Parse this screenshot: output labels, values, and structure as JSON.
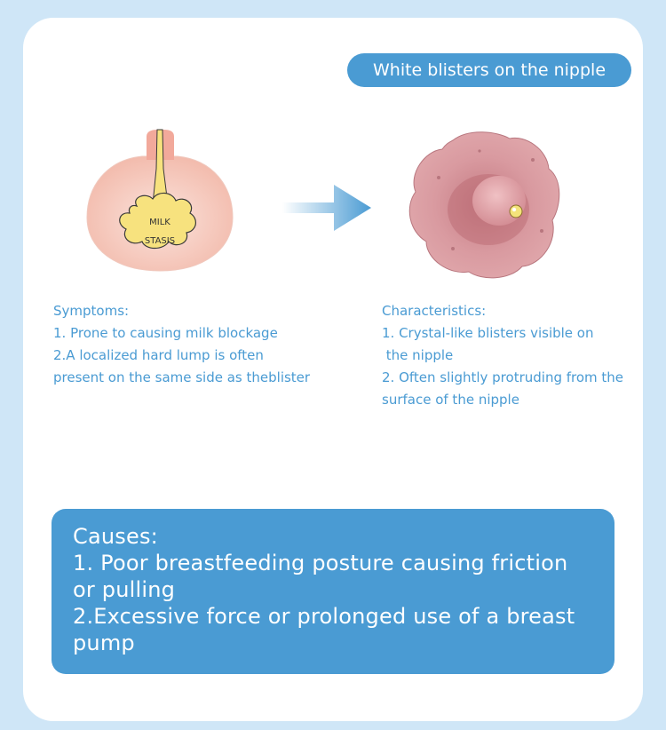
{
  "title": "White blisters on the nipple",
  "illustration": {
    "stasis_label_line1": "MILK",
    "stasis_label_line2": "STASIS"
  },
  "symptoms": {
    "heading": "Symptoms:",
    "lines": [
      "1. Prone to causing milk blockage",
      "2.A localized hard lump is often",
      "present on the same side as theblister"
    ]
  },
  "characteristics": {
    "heading": "Characteristics:",
    "lines": [
      "1. Crystal-like blisters visible on",
      " the nipple",
      "2. Often slightly protruding from the",
      "surface of the nipple"
    ]
  },
  "causes": {
    "heading": "Causes:",
    "lines": [
      "1. Poor breastfeeding posture causing friction",
      "or pulling",
      "2.Excessive force or prolonged use of a breast",
      "pump"
    ]
  },
  "colors": {
    "accent": "#4a9bd3",
    "background": "#cfe6f7",
    "card": "#ffffff",
    "breast_fill": "#f6c9bd",
    "milk_fill": "#f7e27e",
    "nipple_fill": "#d9949a"
  }
}
